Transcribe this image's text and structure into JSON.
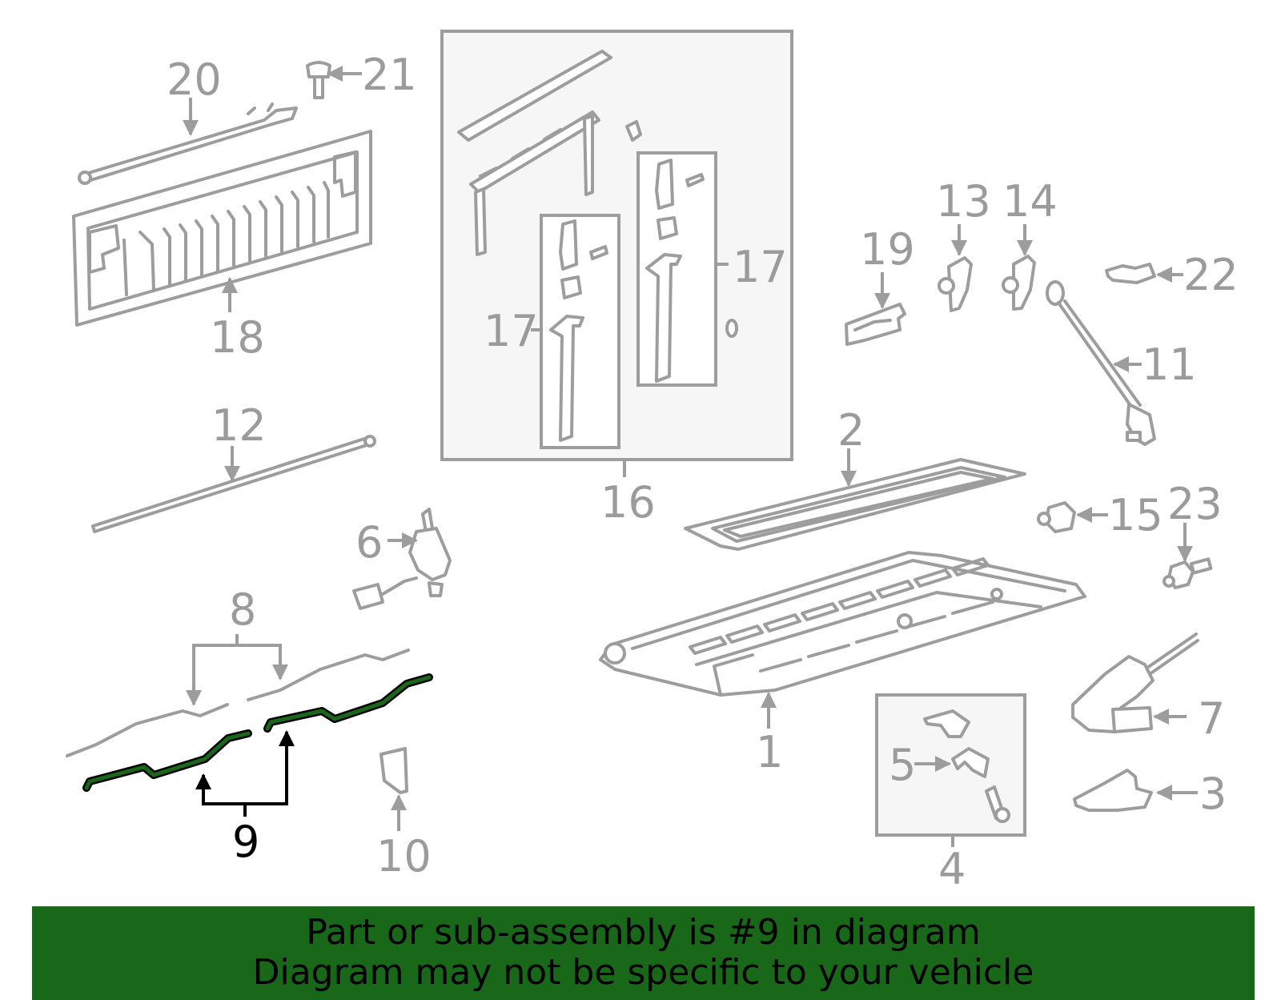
{
  "callouts": {
    "c1": "1",
    "c2": "2",
    "c3": "3",
    "c4": "4",
    "c5": "5",
    "c6": "6",
    "c7": "7",
    "c8": "8",
    "c9": "9",
    "c10": "10",
    "c11": "11",
    "c12": "12",
    "c13": "13",
    "c14": "14",
    "c15": "15",
    "c16": "16",
    "c17a": "17",
    "c17b": "17",
    "c18": "18",
    "c19": "19",
    "c20": "20",
    "c21": "21",
    "c22": "22",
    "c23": "23"
  },
  "highlighted_part": "9",
  "colors": {
    "highlight": "#196719",
    "part_lines": "#9d9d9d",
    "callout_text": "#9b9b9b"
  },
  "banner": {
    "line1": "Part or sub-assembly is #9 in diagram",
    "line2": "Diagram may not be specific to your vehicle"
  }
}
